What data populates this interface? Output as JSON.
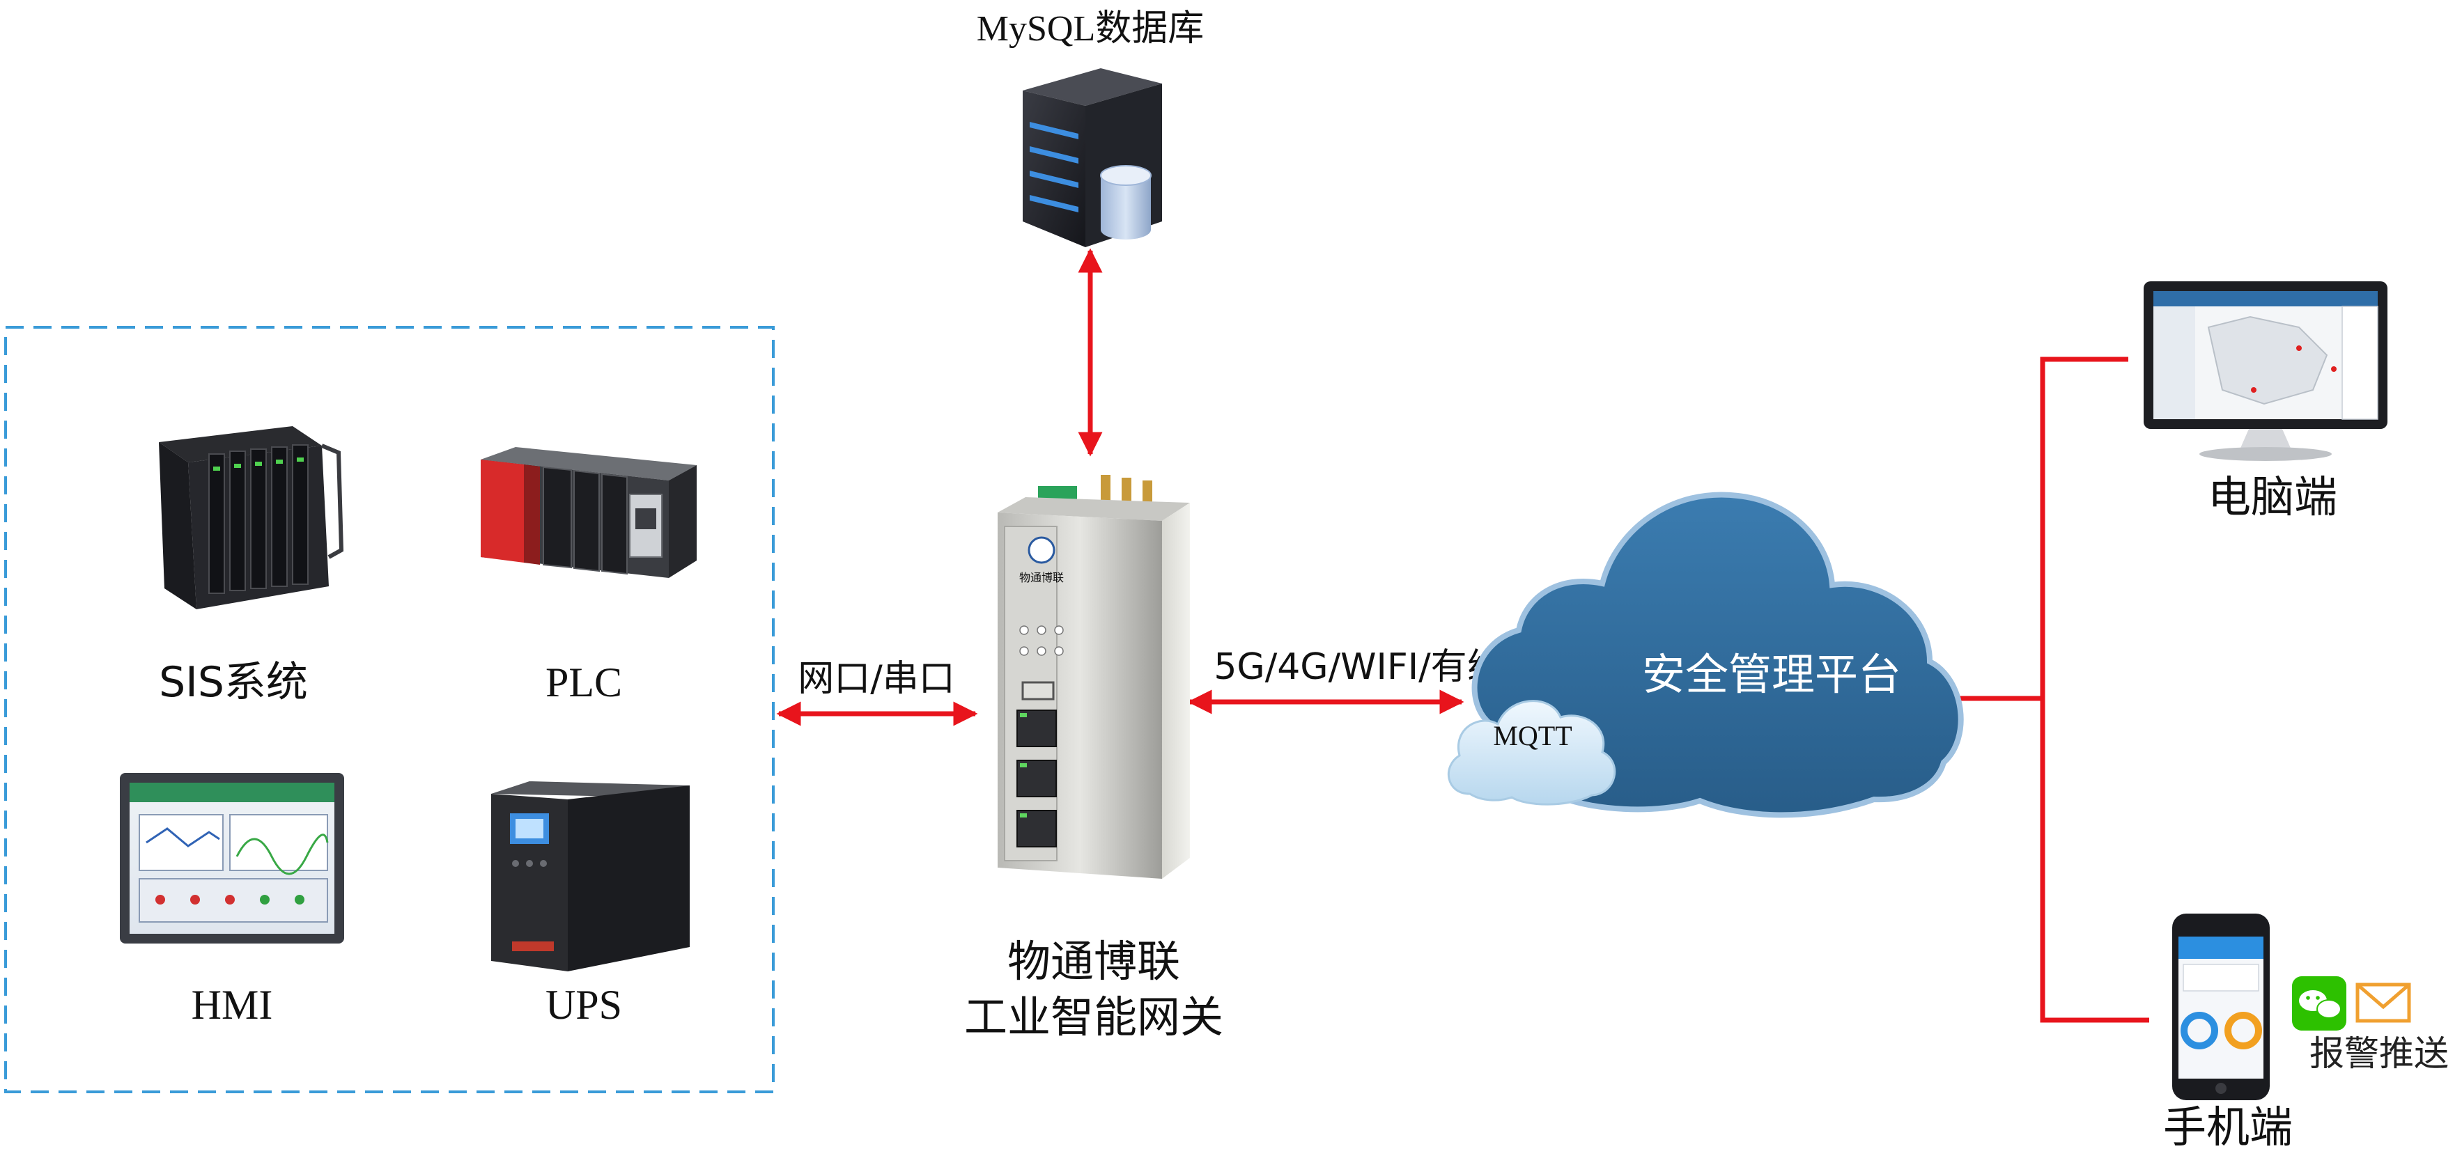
{
  "database": {
    "label": "MySQL数据库"
  },
  "field_devices": [
    {
      "key": "sis",
      "label": "SIS系统"
    },
    {
      "key": "plc",
      "label": "PLC"
    },
    {
      "key": "hmi",
      "label": "HMI"
    },
    {
      "key": "ups",
      "label": "UPS"
    }
  ],
  "links": {
    "device_link": "网口/串口",
    "network_link": "5G/4G/WIFI/有线"
  },
  "gateway": {
    "label_line1": "物通博联",
    "label_line2": "工业智能网关",
    "panel_brand": "物通博联"
  },
  "mqtt": {
    "label": "MQTT"
  },
  "platform": {
    "label": "安全管理平台"
  },
  "clients": [
    {
      "key": "pc",
      "label": "电脑端"
    },
    {
      "key": "mobile",
      "label": "手机端"
    }
  ],
  "alarm": {
    "label": "报警推送"
  },
  "colors": {
    "connector": "#e8141c",
    "frame_dash": "#3a9bd8",
    "cloud_main": "#2e6a9c",
    "cloud_small": "#d6e9f6",
    "wechat_green": "#2dc100",
    "mail_orange": "#f0a030"
  }
}
